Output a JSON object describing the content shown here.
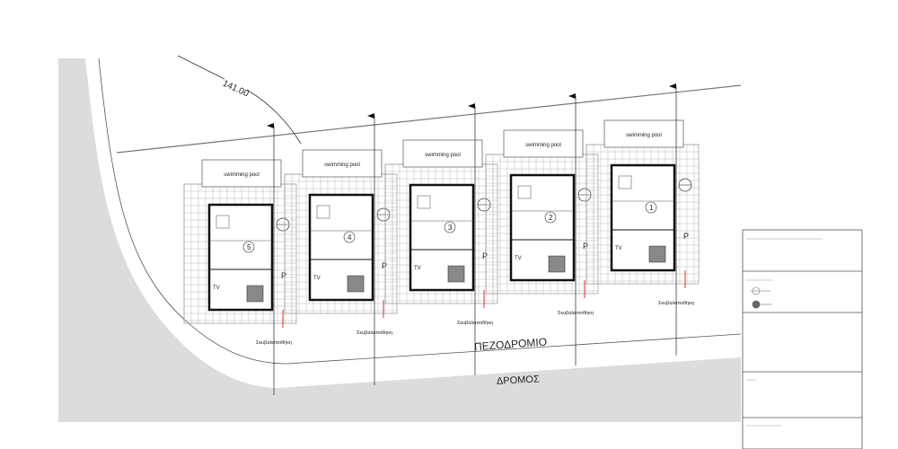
{
  "drawing": {
    "boundary_length": "141.00",
    "sidewalk_label": "ΠΕΖΟΔΡΟΜΙΟ",
    "road_label": "ΔΡΟΜΟΣ",
    "units": [
      {
        "number": "5",
        "pool_label": "swimming pool",
        "tv_label": "TV",
        "parking_label": "P",
        "bin_label": "Σκυβαλαποθήκη"
      },
      {
        "number": "4",
        "pool_label": "swimming pool",
        "tv_label": "TV",
        "parking_label": "P",
        "bin_label": "Σκυβαλαποθήκη"
      },
      {
        "number": "3",
        "pool_label": "swimming pool",
        "tv_label": "TV",
        "parking_label": "P",
        "bin_label": "Σκυβαλαποθήκη"
      },
      {
        "number": "2",
        "pool_label": "swimming pool",
        "tv_label": "TV",
        "parking_label": "P",
        "bin_label": "Σκυβαλαποθήκη"
      },
      {
        "number": "1",
        "pool_label": "swimming pool",
        "tv_label": "TV",
        "parking_label": "P",
        "bin_label": "Σκυβαλαποθήκη"
      }
    ]
  },
  "colors": {
    "road": "#dcdcdc",
    "line": "#333333",
    "wall": "#111111",
    "accent": "#d03030"
  }
}
